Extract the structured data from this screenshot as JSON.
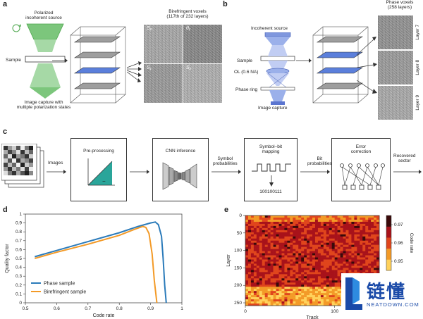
{
  "panel_a": {
    "label": "a",
    "source_title": "Polarized\nincoherent source",
    "sample_label": "Sample",
    "capture_label": "Image capture with\nmultiple polarization states",
    "voxels_title": "Birefringent voxels\n(117th of 232 layers)",
    "voxel_labels": [
      "S₀",
      "θᵧ",
      "S₁",
      "S₂"
    ]
  },
  "panel_b": {
    "label": "b",
    "source_label": "Incoherent source",
    "sample_label": "Sample",
    "ol_label": "OL (0.6 NA)",
    "ring_label": "Phase ring",
    "capture_label": "Image capture",
    "voxels_title": "Phase voxels\n(258 layers)",
    "layer_labels": [
      "Layer 7",
      "Layer 8",
      "Layer 9"
    ]
  },
  "panel_c": {
    "label": "c",
    "steps": [
      {
        "title": "Pre-processing"
      },
      {
        "title": "CNN inference"
      },
      {
        "title": "Symbol–bit\nmapping",
        "value": "100100111"
      },
      {
        "title": "Error\ncorrection"
      }
    ],
    "arrows": [
      "Images",
      "Symbol\nprobabilities",
      "Bit\nprobabilities",
      "Recovered\nsector"
    ],
    "plus": "+",
    "minus": "−"
  },
  "panel_d": {
    "label": "d",
    "chart_data": {
      "type": "line",
      "xlabel": "Code rate",
      "ylabel": "Quality factor",
      "xlim": [
        0.5,
        1.0
      ],
      "ylim": [
        0,
        1.0
      ],
      "xticks": [
        0.5,
        0.6,
        0.7,
        0.8,
        0.9,
        1.0
      ],
      "yticks": [
        0,
        0.1,
        0.2,
        0.3,
        0.4,
        0.5,
        0.6,
        0.7,
        0.8,
        0.9,
        1.0
      ],
      "legend_position": "bottom-left",
      "series": [
        {
          "name": "Phase sample",
          "color": "#2b7bba",
          "x": [
            0.53,
            0.6,
            0.7,
            0.8,
            0.86,
            0.9,
            0.915,
            0.925,
            0.935,
            0.94,
            0.945,
            0.95
          ],
          "y": [
            0.52,
            0.59,
            0.69,
            0.79,
            0.86,
            0.9,
            0.91,
            0.88,
            0.75,
            0.5,
            0.2,
            0.0
          ]
        },
        {
          "name": "Birefringent sample",
          "color": "#f39a27",
          "x": [
            0.53,
            0.6,
            0.7,
            0.8,
            0.85,
            0.875,
            0.885,
            0.895,
            0.905,
            0.912,
            0.92
          ],
          "y": [
            0.5,
            0.57,
            0.66,
            0.76,
            0.83,
            0.86,
            0.85,
            0.78,
            0.55,
            0.25,
            0.0
          ]
        }
      ]
    }
  },
  "panel_e": {
    "label": "e",
    "chart_data": {
      "type": "heatmap",
      "xlabel": "Track",
      "ylabel": "Layer",
      "xticks": [
        0,
        100
      ],
      "yticks": [
        0,
        50,
        100,
        150,
        200,
        250
      ],
      "colorbar_label": "Code rate",
      "colorbar_ticks": [
        0.95,
        0.96,
        0.97
      ],
      "colorbar_range": [
        0.945,
        0.975
      ],
      "colormap": [
        "#ffd15a",
        "#f39a27",
        "#e0451c",
        "#a8121a",
        "#3a0a0a"
      ],
      "layers": 258
    }
  },
  "watermark": {
    "brand": "链懂",
    "url": "NEATDOWN.COM"
  }
}
